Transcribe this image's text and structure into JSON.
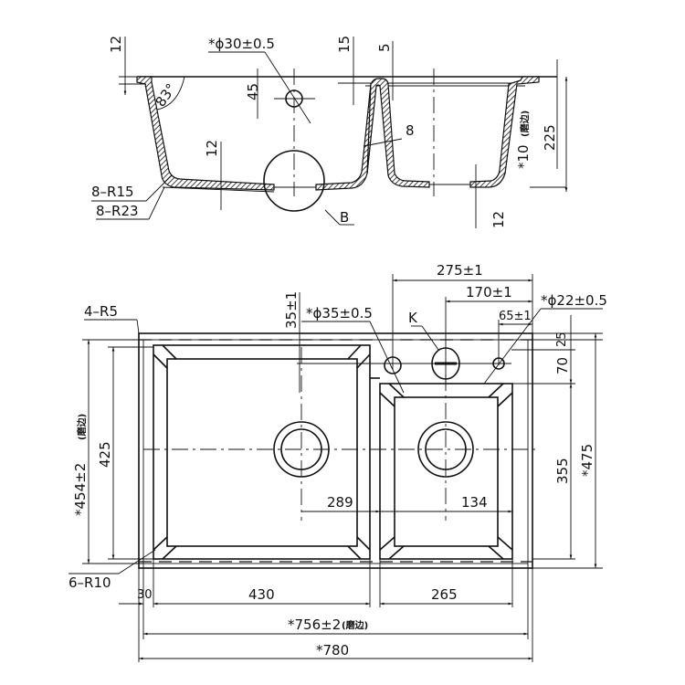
{
  "section_view": {
    "dim_rim_thickness": "12",
    "dim_drain_hole": "*ϕ30±0.5",
    "dim_hole_offset": "45",
    "dim_divider_drop": "15",
    "dim_right_rim": "5",
    "dim_angle": "83°",
    "dim_wall": "8",
    "dim_bottom_thickness": "12",
    "dim_bottom_right": "12",
    "dim_depth": "225",
    "dim_edge": "*10",
    "edge_note": "(磨边)",
    "radius_inner": "8–R15",
    "radius_outer": "8–R23",
    "detail_label": "B"
  },
  "plan_view": {
    "dim_275": "275±1",
    "dim_170": "170±1",
    "dim_65": "65±1",
    "dim_22": "*ϕ22±0.5",
    "dim_35hole": "*ϕ35±0.5",
    "dim_35": "35±1",
    "label_k": "K",
    "corner_r5": "4–R5",
    "corner_r10": "6–R10",
    "dim_25": "25",
    "dim_70": "70",
    "dim_454": "*454±2",
    "edge_note": "(磨边)",
    "dim_425": "425",
    "dim_355": "355",
    "dim_475": "*475",
    "dim_289": "289",
    "dim_134": "134",
    "dim_30": "30",
    "dim_430": "430",
    "dim_265": "265",
    "dim_756": "*756±2",
    "dim_780": "*780"
  }
}
